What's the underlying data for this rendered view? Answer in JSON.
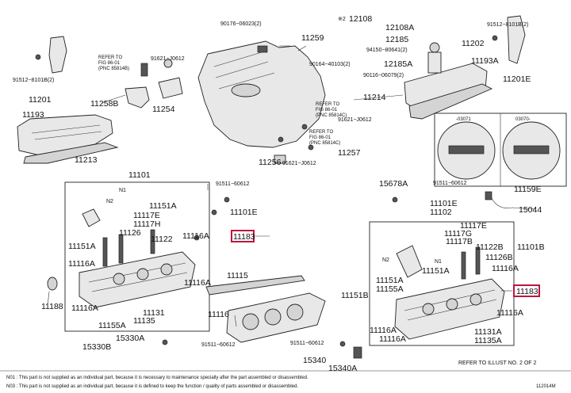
{
  "parts": {
    "p90176": "90176−06023(2)",
    "p11259": "11259",
    "p12108mark": "※2",
    "p12108": "12108",
    "p12108A": "12108A",
    "p91512_8101B_tr": "91512−8101B(2)",
    "p12185": "12185",
    "p11202": "11202",
    "p94150": "94150−80641(2)",
    "p11193A": "11193A",
    "p12185A": "12185A",
    "p90116": "90116−06079(2)",
    "p11201E": "11201E",
    "p90164": "90164−40103(2)",
    "p11214": "11214",
    "p91621_J0612_a": "91621−J0612",
    "p91621_J0612_top": "91621−J0612",
    "p91621_J0612_b": "91621−J0612",
    "p11257": "11257",
    "p11256": "11256",
    "p91512_8101B_tl": "91512−8101B(2)",
    "p11201": "11201",
    "p11193": "11193",
    "p11213": "11213",
    "p11258B": "11258B",
    "p11254": "11254",
    "p11101": "11101",
    "p91511_60612_a": "91511−60612",
    "p11101E_a": "11101E",
    "p11151A": "11151A",
    "p11117E_a": "11117E",
    "p11117H": "11117H",
    "p11126": "11126",
    "p11151A_b": "11151A",
    "p11122": "11122",
    "p11116A_a": "11116A",
    "p11183_a": "11183",
    "p11116A_b": "11116A",
    "p11116A_c": "11116A",
    "p11188": "11188",
    "p11116A_d": "11116A",
    "p11131": "11131",
    "p11135": "11135",
    "p11155A_a": "11155A",
    "p15330B": "15330B",
    "p15330A": "15330A",
    "p91511_60612_c": "91511−60612",
    "p11115": "11115",
    "p11116": "11116",
    "p15678A": "15678A",
    "p91511_60612_b": "91511−60612",
    "p11159E": "11159E",
    "p11101E_b": "11101E",
    "p11102": "11102",
    "p15044": "15044",
    "p11117E_b": "11117E",
    "p11117G": "11117G",
    "p11117B": "11117B",
    "p11122B": "11122B",
    "p11101B": "11101B",
    "p11126B": "11126B",
    "p11151A_c": "11151A",
    "p11155A_b": "11155A",
    "p11151B": "11151B",
    "p11116A_e": "11116A",
    "p11183_b": "11183",
    "p11116A_f": "11116A",
    "p11116A_g": "11116A",
    "p11131A": "11131A",
    "p11135A": "11135A",
    "p11116A_h": "11116A",
    "p91511_60612_d": "91511−60612",
    "p15340": "15340",
    "p15340A": "15340A"
  },
  "callouts": {
    "ref_left_1": "REFER TO",
    "ref_left_2": "FIG 86-01",
    "ref_left_3": "(PNC 85814B)",
    "ref_mid_1": "REFER TO",
    "ref_mid_2": "FIG 86-01",
    "ref_mid_3": "(PNC 85814C)",
    "ref_lower_1": "REFER TO",
    "ref_lower_2": "FIG 86-01",
    "ref_lower_3": "(PNC 85814C)",
    "oil_a": "-03071",
    "oil_b": "03070-",
    "n1": "N1",
    "n2": "N2",
    "refer_bottom": "REFER TO ILLUST NO. 2 OF 2",
    "note1": "N01 : This part is not supplied as an individual part, because it is necessary to maintenance specially after the part assembled or disassembled.",
    "note2": "N03 : This part is not supplied as an individual part, because it is defined to keep the function / quality of parts assembled or disassembled.",
    "illus_id": "112014M"
  },
  "colors": {
    "highlight": "#c0143c",
    "line": "#222222",
    "part_fill": "#e8e8e8"
  }
}
